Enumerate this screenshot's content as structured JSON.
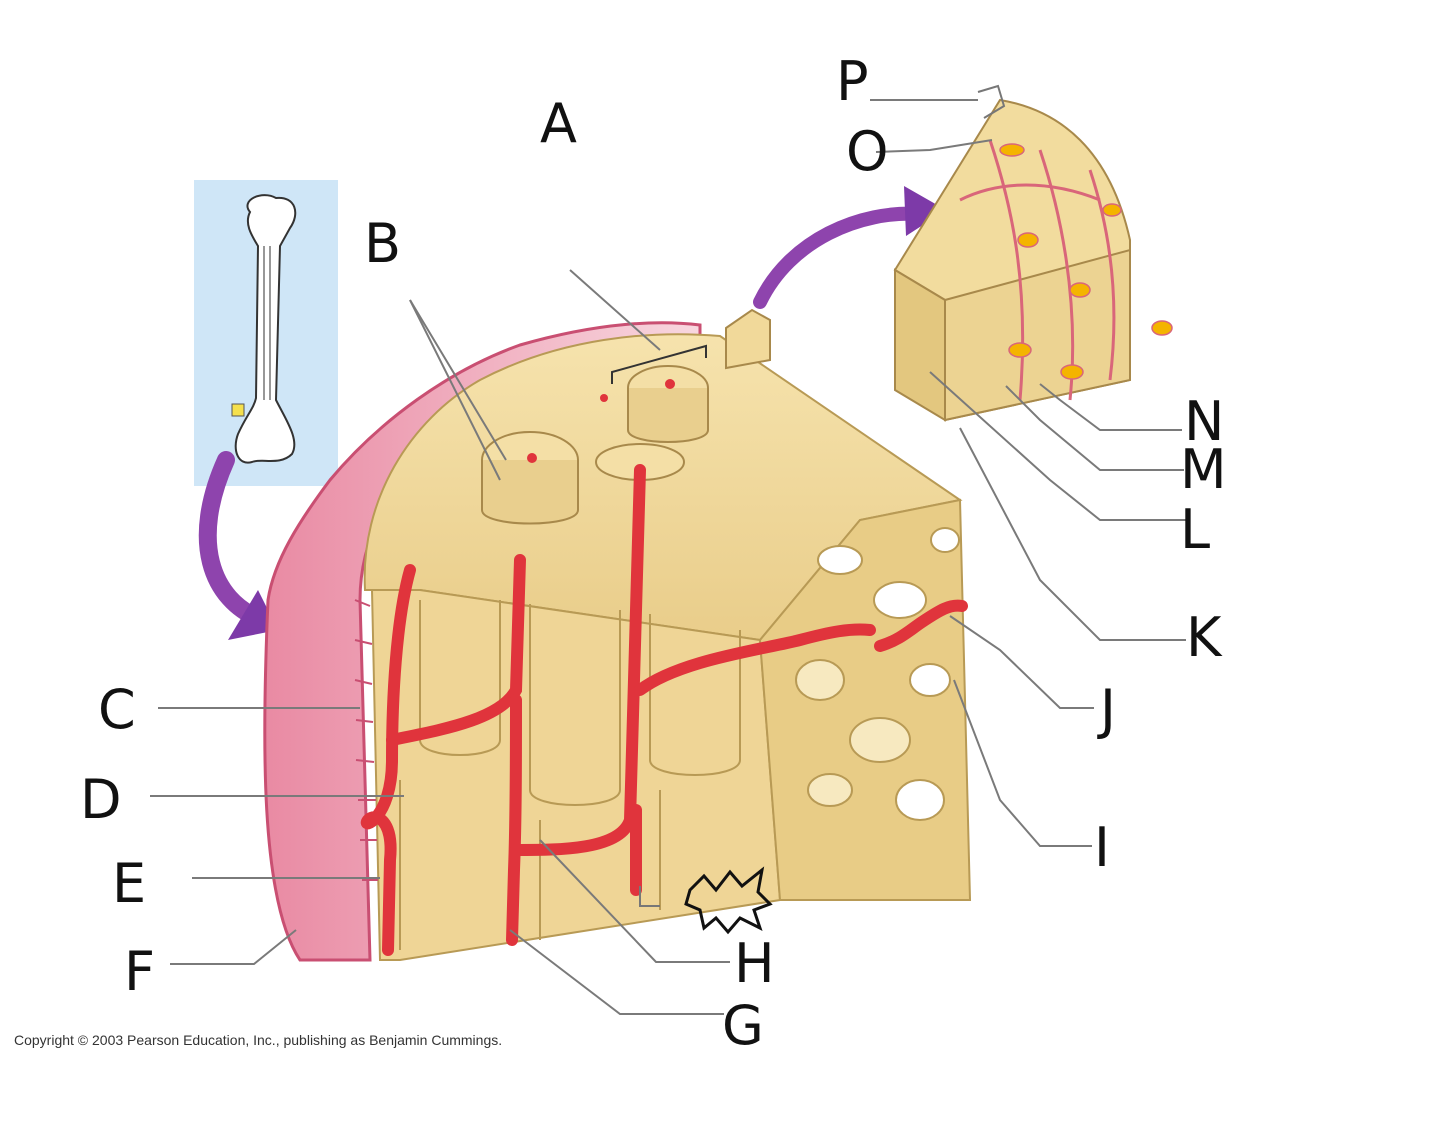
{
  "labels": {
    "A": "A",
    "B": "B",
    "C": "C",
    "D": "D",
    "E": "E",
    "F": "F",
    "G": "G",
    "H": "H",
    "I": "I",
    "J": "J",
    "K": "K",
    "L": "L",
    "M": "M",
    "N": "N",
    "O": "O",
    "P": "P"
  },
  "copyright": "Copyright © 2003 Pearson Education, Inc., publishing as Benjamin Cummings.",
  "colors": {
    "bone": "#f2dc9e",
    "bone_dark": "#dcc07c",
    "vessel": "#e0343c",
    "periosteum": "#f2b6c4",
    "arrow": "#8e44ad",
    "inset_bg": "#cfe6f7"
  }
}
